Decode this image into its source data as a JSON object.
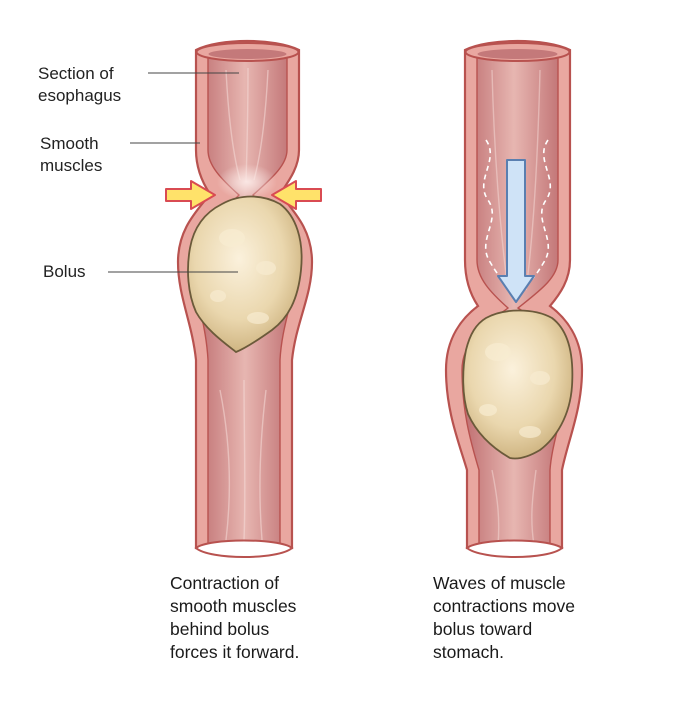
{
  "labels": {
    "section_of_esophagus": [
      "Section of",
      "esophagus"
    ],
    "smooth_muscles": [
      "Smooth",
      "muscles"
    ],
    "bolus": "Bolus"
  },
  "captions": {
    "left": [
      "Contraction of",
      "smooth muscles",
      "behind bolus",
      "forces it forward."
    ],
    "right": [
      "Waves of muscle",
      "contractions move",
      "bolus toward",
      "stomach."
    ]
  },
  "colors": {
    "wall_outer": "#e9a7a0",
    "wall_outline": "#b8524f",
    "lumen": "#c4797a",
    "lumen_light": "#f4d6d2",
    "bolus_fill": "#ead7ae",
    "bolus_outline": "#6b5a3a",
    "squeeze_arrow_fill": "#ffe26a",
    "squeeze_arrow_outline": "#d94b52",
    "flow_arrow_fill": "#cfe3f7",
    "flow_arrow_outline": "#5a7fb0"
  },
  "icons": {
    "squeeze_arrows": "arrow-right-icon / arrow-left-icon",
    "flow_arrow": "arrow-down-icon"
  }
}
